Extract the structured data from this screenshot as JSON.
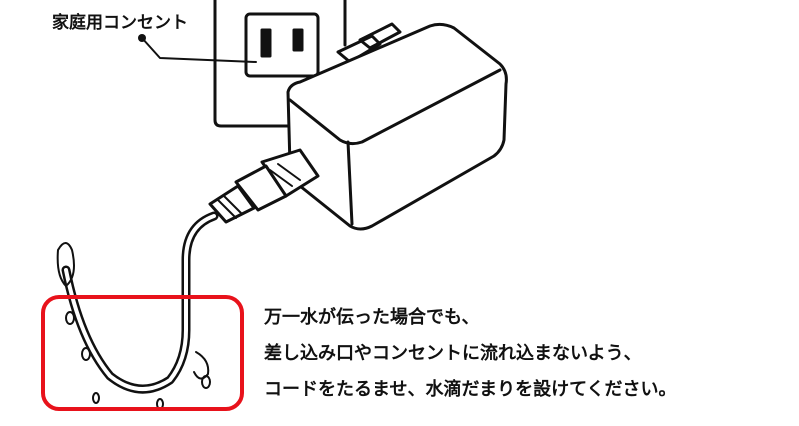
{
  "callout_label": "家庭用コンセント",
  "instructions": [
    "万一水が伝った場合でも、",
    "差し込み口やコンセントに流れ込まないよう、",
    "コードをたるませ、水滴だまりを設けてください。"
  ],
  "colors": {
    "highlight": "#e8121b",
    "line": "#111111"
  }
}
